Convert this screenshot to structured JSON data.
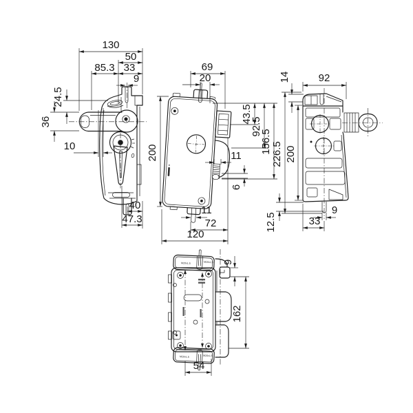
{
  "drawing": {
    "background": "#ffffff",
    "line_color": "#1c1c1c",
    "views": {
      "side": {
        "dims": {
          "w130": "130",
          "w50": "50",
          "w85_3": "85.3",
          "w33": "33",
          "w9": "9",
          "h24_5": "24.5",
          "h36": "36",
          "w10": "10",
          "w40": "40",
          "w47_3": "47.3"
        }
      },
      "front": {
        "dims": {
          "w69": "69",
          "w20": "20",
          "h200": "200",
          "h43_5": "43.5",
          "h92_5": "92.5",
          "h156_5": "156.5",
          "w11_rib": "11",
          "h6": "6",
          "w11_pin": "11",
          "w72": "72",
          "w120": "120"
        }
      },
      "rear": {
        "dims": {
          "h14": "14",
          "w92": "92",
          "h226_5": "226.5",
          "h200": "200",
          "w9": "9",
          "w33": "33",
          "h12_5": "12.5"
        }
      },
      "plan": {
        "dims": {
          "h9": "9",
          "h162": "162",
          "w54": "54"
        },
        "labels": {
          "gland_tl": "M20x1.5",
          "gland_tr": "M20x1.5",
          "gland_bl": "M20x1.5",
          "gland_br": "M20x1.5"
        }
      }
    }
  }
}
